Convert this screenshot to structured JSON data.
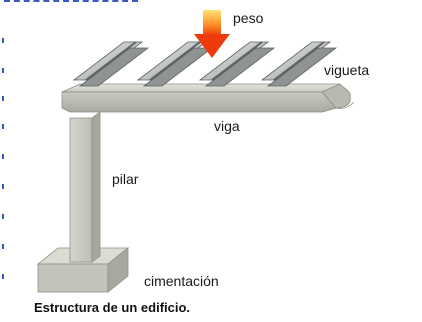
{
  "labels": {
    "peso": "peso",
    "vigueta": "vigueta",
    "viga": "viga",
    "pilar": "pilar",
    "cimentacion": "cimentación"
  },
  "caption": "Estructura de un edificio.",
  "colors": {
    "concrete": "#d2d2c8",
    "concrete_shadow": "#9c9c92",
    "steel": "#b9bcbc",
    "steel_dark": "#6f7373",
    "arrow_top": "#ffd24a",
    "arrow_bottom": "#f04a10",
    "frame_marks": "#3a57c8"
  },
  "icons": [
    "load-arrow-icon"
  ]
}
